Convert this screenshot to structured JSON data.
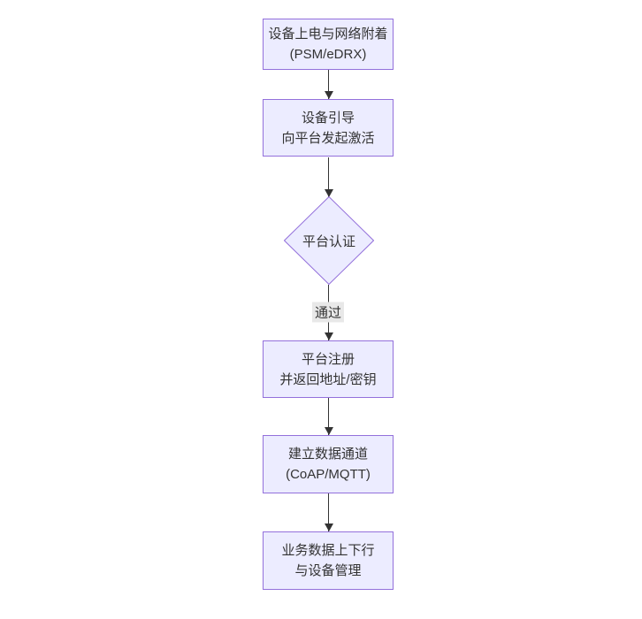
{
  "diagram": {
    "type": "flowchart",
    "direction": "top-down",
    "colors": {
      "background": "#ffffff",
      "node_fill": "#ececff",
      "node_border": "#9370db",
      "edge_color": "#333333",
      "text_color": "#333333",
      "edge_label_bg": "#e8e8e8"
    },
    "nodes": [
      {
        "id": "power-attach",
        "shape": "rect",
        "line1": "设备上电与网络附着",
        "line2": "(PSM/eDRX)"
      },
      {
        "id": "bootstrap",
        "shape": "rect",
        "line1": "设备引导",
        "line2": "向平台发起激活"
      },
      {
        "id": "platform-auth",
        "shape": "diamond",
        "line1": "平台认证"
      },
      {
        "id": "register",
        "shape": "rect",
        "line1": "平台注册",
        "line2": "并返回地址/密钥"
      },
      {
        "id": "data-channel",
        "shape": "rect",
        "line1": "建立数据通道",
        "line2": "(CoAP/MQTT)"
      },
      {
        "id": "business-data",
        "shape": "rect",
        "line1": "业务数据上下行",
        "line2": "与设备管理"
      }
    ],
    "edges": [
      {
        "from": "power-attach",
        "to": "bootstrap",
        "label": ""
      },
      {
        "from": "bootstrap",
        "to": "platform-auth",
        "label": ""
      },
      {
        "from": "platform-auth",
        "to": "register",
        "label": "通过"
      },
      {
        "from": "register",
        "to": "data-channel",
        "label": ""
      },
      {
        "from": "data-channel",
        "to": "business-data",
        "label": ""
      }
    ]
  }
}
